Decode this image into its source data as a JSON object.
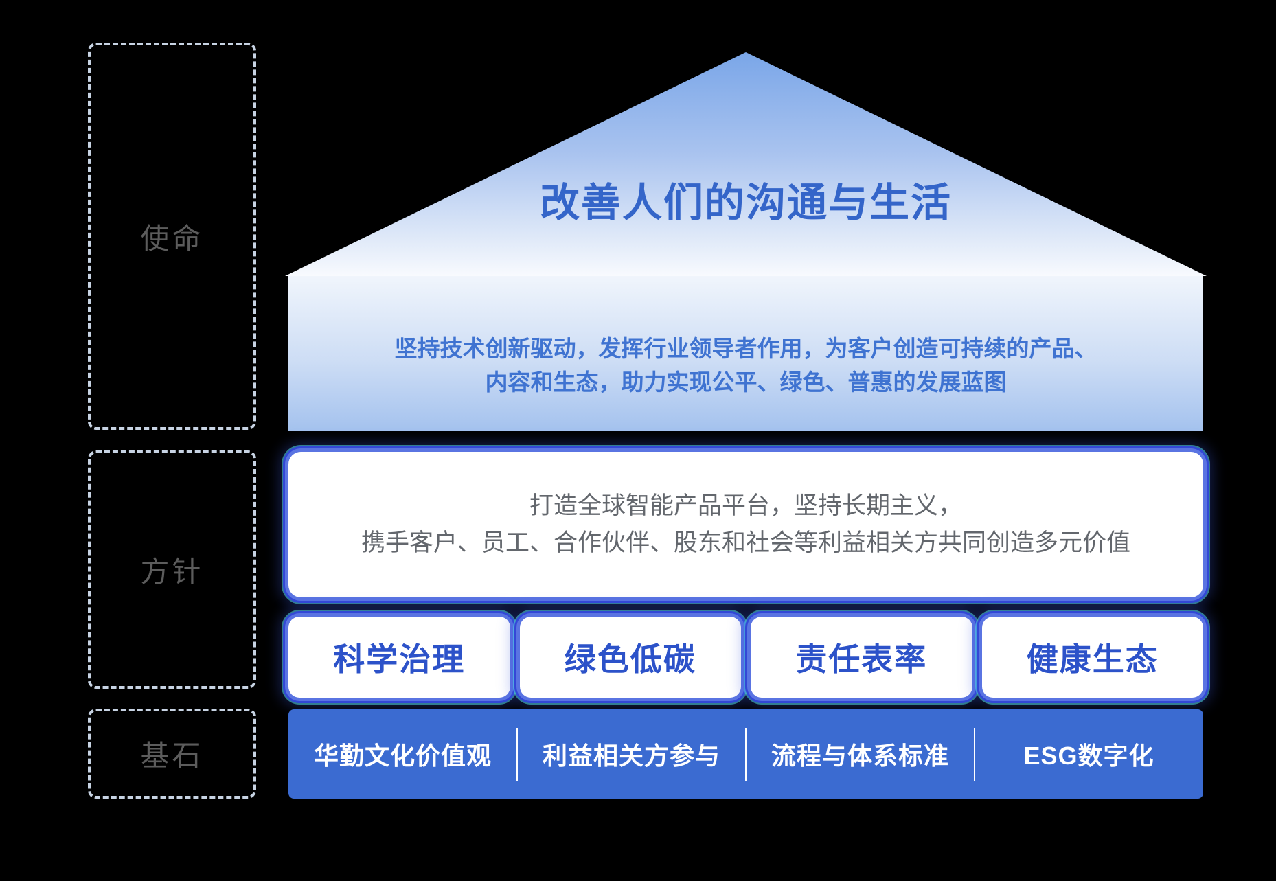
{
  "tiers": {
    "mission_label": "使命",
    "policy_label": "方针",
    "foundation_label": "基石"
  },
  "roof": {
    "title": "改善人们的沟通与生活",
    "subtitle_line1": "坚持技术创新驱动，发挥行业领导者作用，为客户创造可持续的产品、",
    "subtitle_line2": "内容和生态，助力实现公平、绿色、普惠的发展蓝图"
  },
  "policy": {
    "statement_line1": "打造全球智能产品平台，坚持长期主义，",
    "statement_line2": "携手客户、员工、合作伙伴、股东和社会等利益相关方共同创造多元价值",
    "pillars": [
      "科学治理",
      "绿色低碳",
      "责任表率",
      "健康生态"
    ]
  },
  "foundation": {
    "items": [
      "华勤文化价值观",
      "利益相关方参与",
      "流程与体系标准",
      "ESG数字化"
    ]
  },
  "colors": {
    "background": "#000000",
    "roof_gradient_top": "#7aa6e8",
    "roof_gradient_bottom": "#f8fafe",
    "base_gradient_top": "#f0f5fc",
    "base_gradient_bottom": "#a4c2ee",
    "title_blue": "#3465c9",
    "subtitle_blue": "#3f73d1",
    "pillar_text_blue": "#2c52c9",
    "card_glow_blue": "#3348d6",
    "foundation_bar_blue": "#3b6bd1",
    "dashed_border_gray": "#c7d3e3",
    "tier_label_gray": "#5c5c5c",
    "statement_gray": "#63676d"
  }
}
